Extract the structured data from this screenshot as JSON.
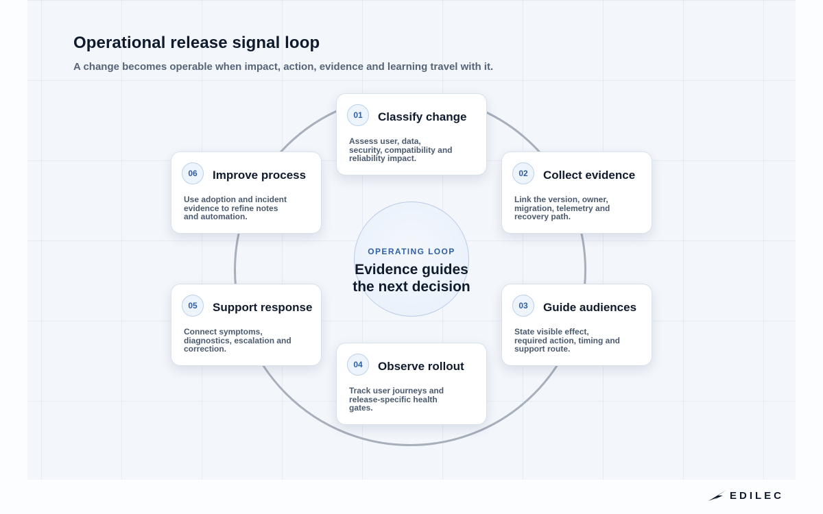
{
  "title": "Operational release signal loop",
  "subtitle": "A change becomes operable when impact, action, evidence and learning travel with it.",
  "center": {
    "eyebrow": "OPERATING LOOP",
    "text": "Evidence guides\nthe next decision"
  },
  "steps": [
    {
      "num": "01",
      "title": "Classify change",
      "desc": "Assess user, data,\nsecurity, compatibility and\nreliability impact."
    },
    {
      "num": "02",
      "title": "Collect evidence",
      "desc": "Link the version, owner,\nmigration, telemetry and\nrecovery path."
    },
    {
      "num": "03",
      "title": "Guide audiences",
      "desc": "State visible effect,\nrequired action, timing and\nsupport route."
    },
    {
      "num": "04",
      "title": "Observe rollout",
      "desc": "Track user journeys and\nrelease-specific health\ngates."
    },
    {
      "num": "05",
      "title": "Support response",
      "desc": "Connect symptoms,\ndiagnostics, escalation and\ncorrection."
    },
    {
      "num": "06",
      "title": "Improve process",
      "desc": "Use adoption and incident\nevidence to refine notes\nand automation."
    }
  ],
  "brand": {
    "name": "EDILEC",
    "logo_icon": "bird-wing-logo"
  },
  "colors": {
    "accent": "#2f5fa5",
    "title_text": "#0f1b2d",
    "body_text": "#4b5a6e",
    "ring": "#a7afbb",
    "badge_fill": "#eef4fc"
  }
}
